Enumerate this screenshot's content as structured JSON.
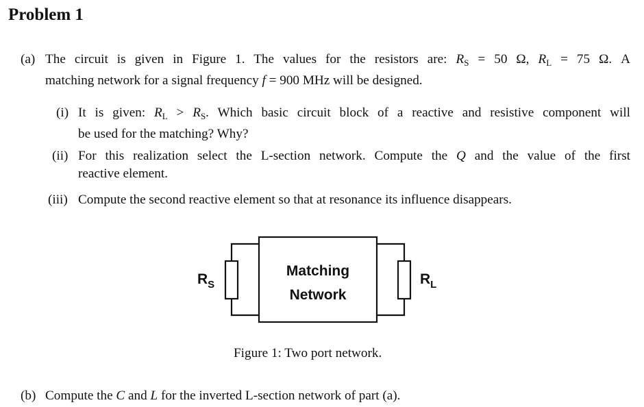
{
  "problem_title": "Problem 1",
  "part_a": {
    "label": "(a)",
    "line1_pre": "The circuit is given in Figure 1. The values for the resistors are:",
    "rs_var": "R",
    "rs_sub": "S",
    "rs_val": "= 50 Ω,",
    "rl_var": "R",
    "rl_sub": "L",
    "rl_val": "= 75 Ω. A",
    "line2_pre": "matching network for a signal frequency",
    "f_var": "f",
    "line2_post": "= 900 MHz will be designed."
  },
  "item_i": {
    "label": "(i)",
    "pre": "It is given:",
    "rl_var": "R",
    "rl_sub": "L",
    "gt": ">",
    "rs_var": "R",
    "rs_sub": "S",
    "post": ". Which basic circuit block of a reactive and resistive component will",
    "line2": "be used for the matching? Why?"
  },
  "item_ii": {
    "label": "(ii)",
    "pre": "For this realization select the L-section network. Compute the",
    "q_var": "Q",
    "post": "and the value of the first",
    "line2": "reactive element."
  },
  "item_iii": {
    "label": "(iii)",
    "text": "Compute the second reactive element so that at resonance its influence disappears."
  },
  "figure": {
    "box_line1": "Matching",
    "box_line2": "Network",
    "rs_label": "R",
    "rs_label_sub": "S",
    "rl_label": "R",
    "rl_label_sub": "L",
    "caption": "Figure 1: Two port network."
  },
  "part_b": {
    "label": "(b)",
    "pre": "Compute the",
    "c_var": "C",
    "mid": "and",
    "l_var": "L",
    "post": "for the inverted L-section network of part (a)."
  }
}
